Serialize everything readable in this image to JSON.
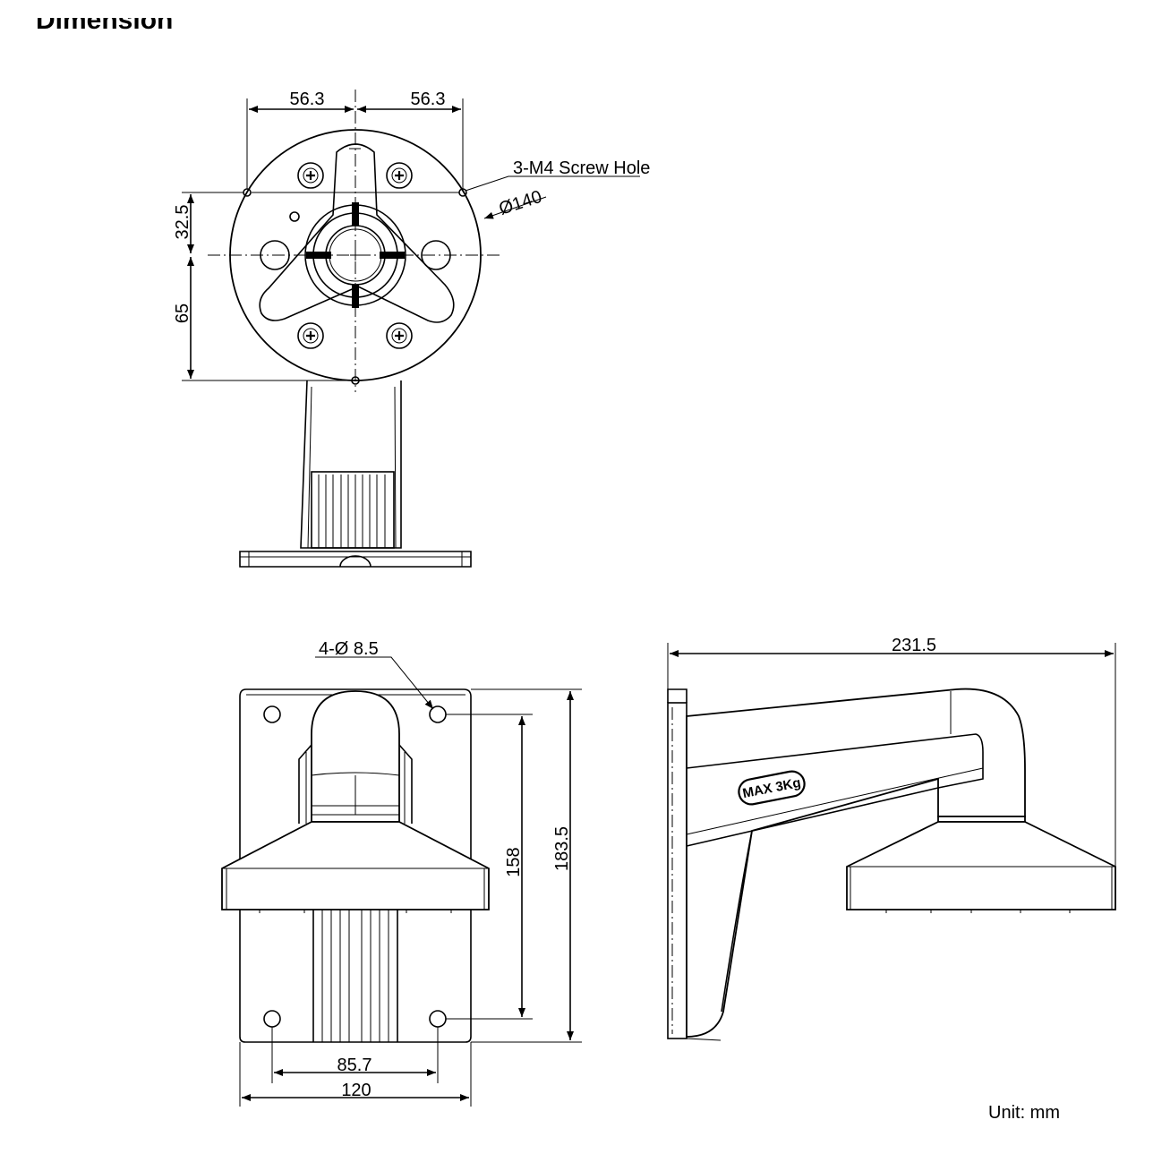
{
  "heading": "Dimension",
  "top_view": {
    "dim_left_horizontal": "56.3",
    "dim_right_horizontal": "56.3",
    "dim_vertical_upper": "32.5",
    "dim_vertical_lower": "65",
    "screw_hole_label": "3-M4 Screw Hole",
    "diameter_label": "Ø140"
  },
  "front_view": {
    "hole_label": "4-Ø 8.5",
    "dim_hole_spacing_vertical": "158",
    "dim_total_height": "183.5",
    "dim_hole_spacing_horizontal": "85.7",
    "dim_total_width": "120"
  },
  "side_view": {
    "dim_total_length": "231.5",
    "load_label": "MAX 3Kg"
  },
  "unit_note": "Unit: mm"
}
